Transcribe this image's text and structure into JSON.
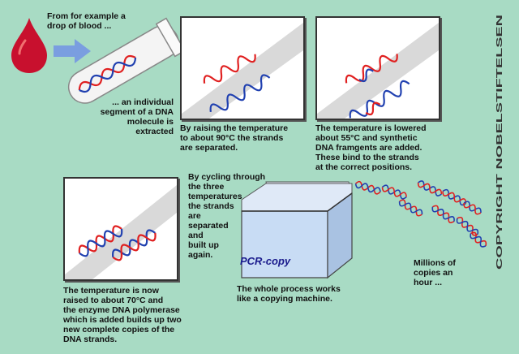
{
  "texts": {
    "intro": "From for example a\ndrop of blood ...",
    "extract": "... an individual\nsegment of a DNA\nmolecule is extracted",
    "raise90": "By raising the temperature\nto about 90°C the strands\nare separated.",
    "lower55": "The temperature is lowered\nabout 55°C and synthetic\nDNA framgents are added.\nThese bind to the strands\nat the correct positions.",
    "cycling": "By cycling through\nthe three\ntemperatures\nthe strands\nare\nseparated\nand\nbuilt up\nagain.",
    "raise70": "The temperature is now\nraised to about 70°C and\nthe enzyme DNA polymerase\nwhich is added builds up two\nnew complete copies of the\nDNA strands.",
    "machine_label": "PCR-copy",
    "process": "The whole process works\nlike a copying machine.",
    "millions": "Millions of\ncopies an\nhour ..."
  },
  "credit": "COPYRIGHT NOBELSTIFTELSEN",
  "colors": {
    "background": "#a8dbc4",
    "blood": "#c8102e",
    "strand_red": "#e02020",
    "strand_blue": "#2040b0",
    "arrow": "#7a9ee0",
    "machine_body": "#c8dcf4",
    "machine_label": "#1a1a8c"
  }
}
